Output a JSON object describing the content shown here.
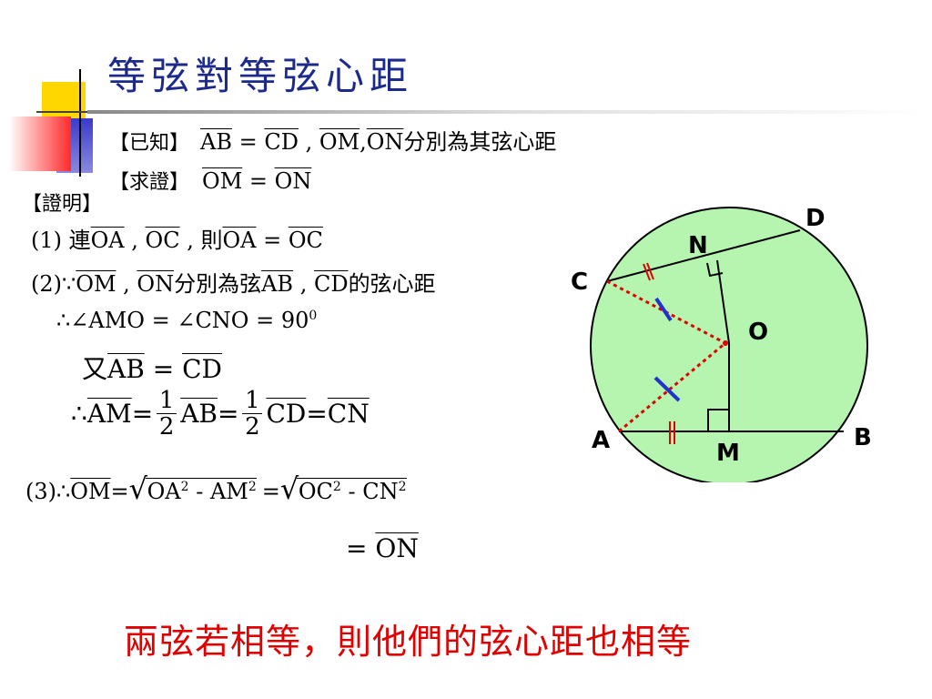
{
  "slide": {
    "title": "等弦對等弦心距",
    "given_label": "【已知】",
    "given_ab": "AB",
    "given_eq1": " = ",
    "given_cd": "CD",
    "given_sep": " , ",
    "given_om": "OM",
    "given_comma": ",",
    "given_on": "ON",
    "given_tail": "分別為其弦心距",
    "prove_label": "【求證】",
    "prove_om": "OM",
    "prove_eq": " = ",
    "prove_on": "ON",
    "proof_label": "【證明】",
    "s1_prefix": "(1) 連",
    "s1_oa": "OA",
    "s1_sep": " , ",
    "s1_oc": "OC",
    "s1_then": " , 則",
    "s1_oa2": "OA",
    "s1_eq": " = ",
    "s1_oc2": "OC",
    "s2_prefix": "(2)∵",
    "s2_om": "OM",
    "s2_sep": " , ",
    "s2_on": "ON",
    "s2_mid": "分別為弦",
    "s2_ab": "AB",
    "s2_sep2": " , ",
    "s2_cd": "CD",
    "s2_tail": "的弦心距",
    "s3_text": "∴∠AMO = ∠CNO = 90",
    "s3_sup": "0",
    "s4_prefix": "又",
    "s4_ab": "AB",
    "s4_eq": " = ",
    "s4_cd": "CD",
    "s5_prefix": "∴ ",
    "s5_am": "AM",
    "s5_eq1": " = ",
    "s5_num1": "1",
    "s5_den1": "2",
    "s5_ab": "AB",
    "s5_eq2": " = ",
    "s5_num2": "1",
    "s5_den2": "2",
    "s5_cd": "CD",
    "s5_eq3": " = ",
    "s5_cn": "CN",
    "s6_prefix": "(3)∴",
    "s6_om": "OM",
    "s6_eq": " = ",
    "s6_oa": "OA",
    "s6_sq1": "2",
    "s6_minus1": " - ",
    "s6_am": "AM",
    "s6_sq2": "2",
    "s6_eq2": " = ",
    "s6_oc": "OC",
    "s6_sq3": "2",
    "s6_minus2": " - ",
    "s6_cn": "CN",
    "s6_sq4": "2",
    "s7_eq": "= ",
    "s7_on": "ON",
    "conclusion": "兩弦若相等，則他們的弦心距也相等"
  },
  "diagram": {
    "points": {
      "D": "D",
      "N": "N",
      "C": "C",
      "O": "O",
      "A": "A",
      "B": "B",
      "M": "M"
    },
    "colors": {
      "circle_fill": "#b6f5b0",
      "red_dotted": "#e00000",
      "blue_tick": "#2233cc",
      "title": "#1c2a8c",
      "conclusion": "#e00000",
      "deco_yellow": "#ffd700",
      "deco_red": "#ff3030",
      "deco_blue": "#3333cc"
    }
  }
}
